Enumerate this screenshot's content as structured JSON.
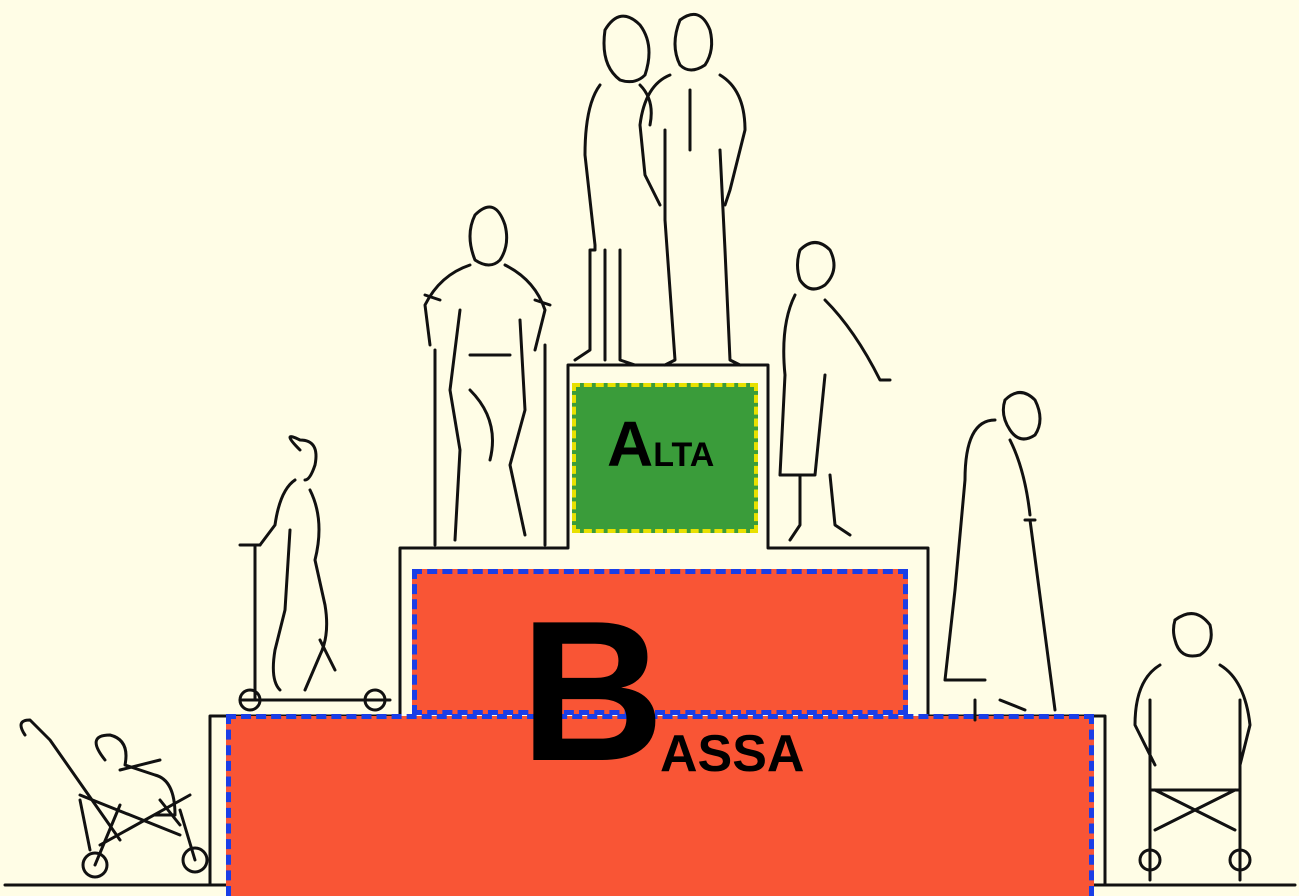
{
  "diagram": {
    "alta": {
      "initial": "A",
      "rest": "LTA",
      "fill": "#3a9c3a",
      "border": "#e8e000"
    },
    "bassa": {
      "initial": "B",
      "rest": "ASSA",
      "fill": "#f95535",
      "border": "#1a3ee6"
    }
  }
}
